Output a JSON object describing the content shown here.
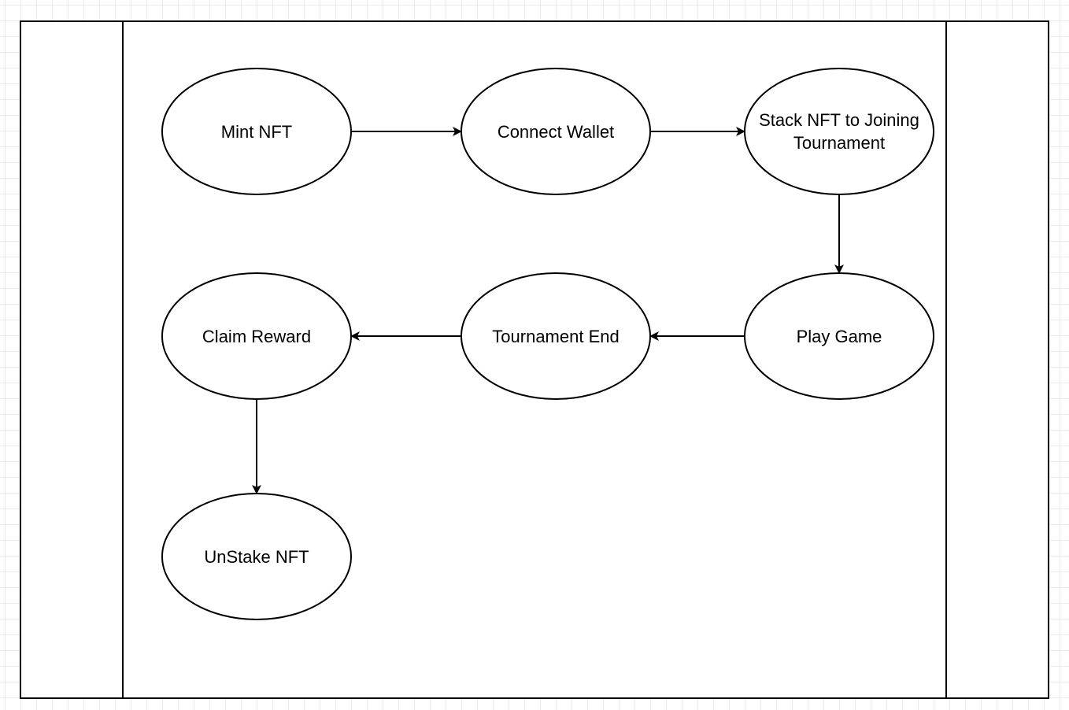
{
  "diagram": {
    "nodes": [
      {
        "id": "mint",
        "label_lines": [
          "Mint NFT"
        ]
      },
      {
        "id": "connect",
        "label_lines": [
          "Connect Wallet"
        ]
      },
      {
        "id": "stack",
        "label_lines": [
          "Stack NFT to Joining",
          "Tournament"
        ]
      },
      {
        "id": "play",
        "label_lines": [
          "Play Game"
        ]
      },
      {
        "id": "end",
        "label_lines": [
          "Tournament End"
        ]
      },
      {
        "id": "claim",
        "label_lines": [
          "Claim Reward"
        ]
      },
      {
        "id": "unstake",
        "label_lines": [
          "UnStake NFT"
        ]
      }
    ],
    "edges": [
      {
        "from": "mint",
        "to": "connect"
      },
      {
        "from": "connect",
        "to": "stack"
      },
      {
        "from": "stack",
        "to": "play"
      },
      {
        "from": "play",
        "to": "end"
      },
      {
        "from": "end",
        "to": "claim"
      },
      {
        "from": "claim",
        "to": "unstake"
      }
    ]
  },
  "colors": {
    "stroke": "#000000",
    "fill": "#ffffff",
    "grid": "#ececec"
  }
}
